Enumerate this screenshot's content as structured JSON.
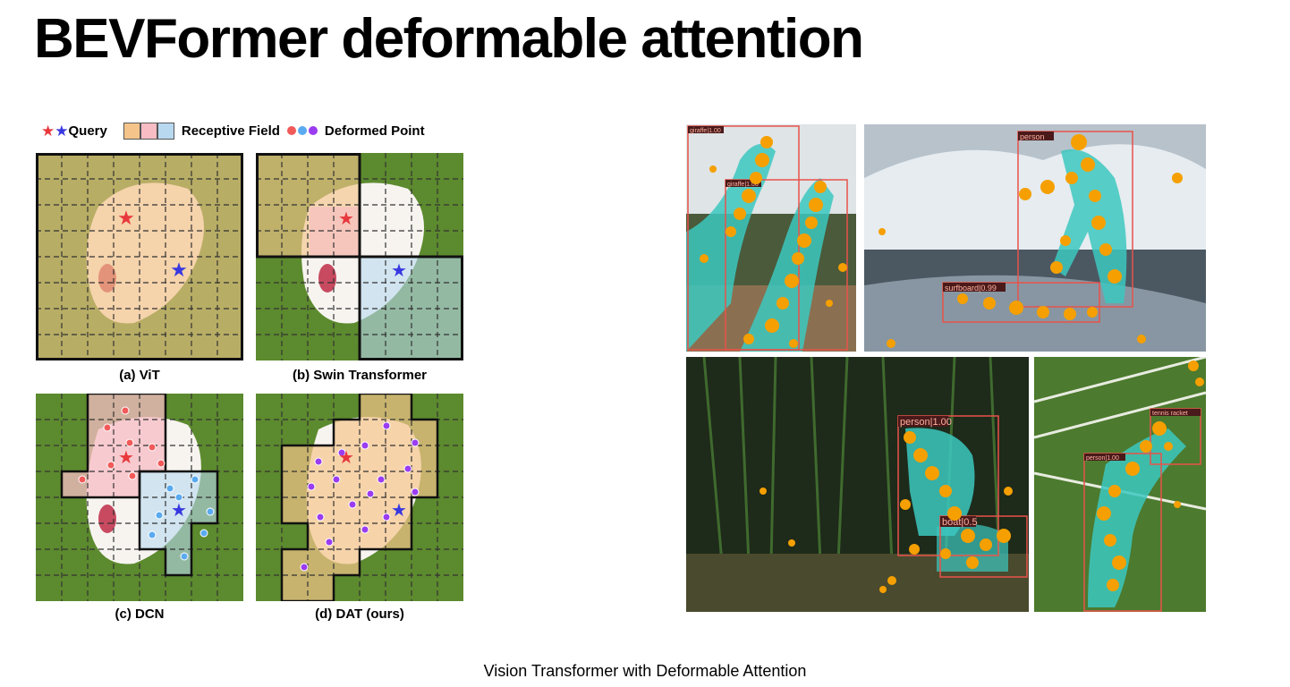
{
  "title": "BEVFormer deformable attention",
  "caption": "Vision Transformer with Deformable Attention",
  "legend": {
    "query_label": "Query",
    "receptive_field_label": "Receptive Field",
    "deformed_point_label": "Deformed Point"
  },
  "panels": [
    {
      "label": "(a) ViT"
    },
    {
      "label": "(b) Swin Transformer"
    },
    {
      "label": "(c) DCN"
    },
    {
      "label": "(d) DAT (ours)"
    }
  ],
  "detections": {
    "giraffe_label": "giraffe|1.00",
    "person_surf_label": "person",
    "surfboard_label": "surfboard|0.99",
    "person_river_label": "person|1.00",
    "boat_label": "boat|0.5",
    "tennis_racket_label": "tennis racket",
    "person_tennis_label": "person|1.00"
  },
  "colors": {
    "query_red": "#e8383d",
    "query_blue": "#3838e0",
    "field_orange": "#f5c48a",
    "field_pink": "#f7bcc4",
    "field_blue": "#b8d8f0",
    "point_red": "#f25a5a",
    "point_blue": "#5aaaf0",
    "point_purple": "#9a3cf0",
    "grass": "#5c8a2e",
    "attention_orange": "#f5a000",
    "box_red": "#e8524a",
    "mask_teal": "#3cc8c0"
  }
}
